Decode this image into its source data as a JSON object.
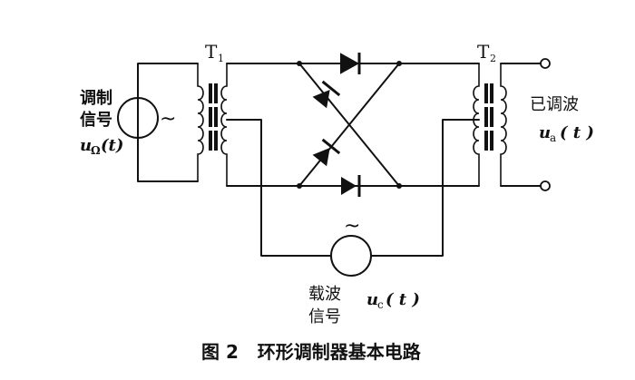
{
  "labels": {
    "transformer_1": "T",
    "transformer_1_sub": "1",
    "transformer_2": "T",
    "transformer_2_sub": "2",
    "modulating_signal_line1": "调制",
    "modulating_signal_line2": "信号",
    "modulating_symbol": "u",
    "modulating_symbol_sub": "Ω",
    "modulating_symbol_arg": "(t)",
    "carrier_signal_line1": "载波",
    "carrier_signal_line2": "信号",
    "carrier_symbol": "u",
    "carrier_symbol_sub": "c",
    "carrier_symbol_arg": "( t )",
    "output_label": "已调波",
    "output_symbol": "u",
    "output_symbol_sub": "a",
    "output_symbol_arg": "( t )",
    "tilde": "~"
  },
  "caption": "图 2   环形调制器基本电路"
}
